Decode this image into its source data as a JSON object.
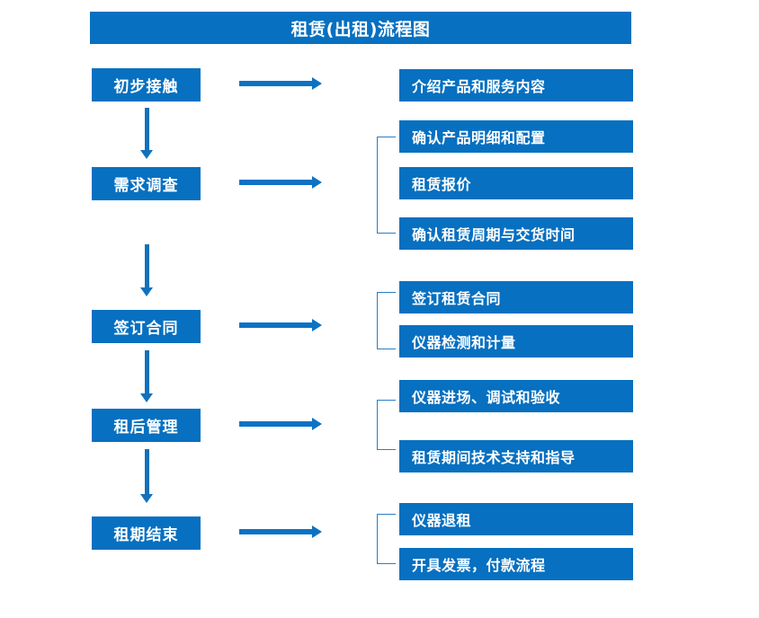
{
  "chart_data": {
    "type": "diagram",
    "title": "租赁(出租)流程图",
    "diagram_kind": "flowchart",
    "orientation": "vertical-with-branches",
    "accent_color": "#0770c0",
    "text_color": "#ffffff",
    "background_color": "#ffffff",
    "stages": [
      {
        "id": "stage-1",
        "label": "初步接触",
        "details": [
          "介绍产品和服务内容"
        ],
        "bracketed": false
      },
      {
        "id": "stage-2",
        "label": "需求调查",
        "details": [
          "确认产品明细和配置",
          "租赁报价",
          "确认租赁周期与交货时间"
        ],
        "bracketed": true
      },
      {
        "id": "stage-3",
        "label": "签订合同",
        "details": [
          "签订租赁合同",
          "仪器检测和计量"
        ],
        "bracketed": true
      },
      {
        "id": "stage-4",
        "label": "租后管理",
        "details": [
          "仪器进场、调试和验收",
          "租赁期间技术支持和指导"
        ],
        "bracketed": true
      },
      {
        "id": "stage-5",
        "label": "租期结束",
        "details": [
          "仪器退租",
          "开具发票，付款流程"
        ],
        "bracketed": true
      }
    ]
  },
  "title": {
    "text": "租赁(出租)流程图"
  },
  "stages": [
    {
      "label": "初步接触"
    },
    {
      "label": "需求调查"
    },
    {
      "label": "签订合同"
    },
    {
      "label": "租后管理"
    },
    {
      "label": "租期结束"
    }
  ],
  "details": [
    {
      "label": "介绍产品和服务内容"
    },
    {
      "label": "确认产品明细和配置"
    },
    {
      "label": "租赁报价"
    },
    {
      "label": "确认租赁周期与交货时间"
    },
    {
      "label": "签订租赁合同"
    },
    {
      "label": "仪器检测和计量"
    },
    {
      "label": "仪器进场、调试和验收"
    },
    {
      "label": "租赁期间技术支持和指导"
    },
    {
      "label": "仪器退租"
    },
    {
      "label": "开具发票，付款流程"
    }
  ]
}
